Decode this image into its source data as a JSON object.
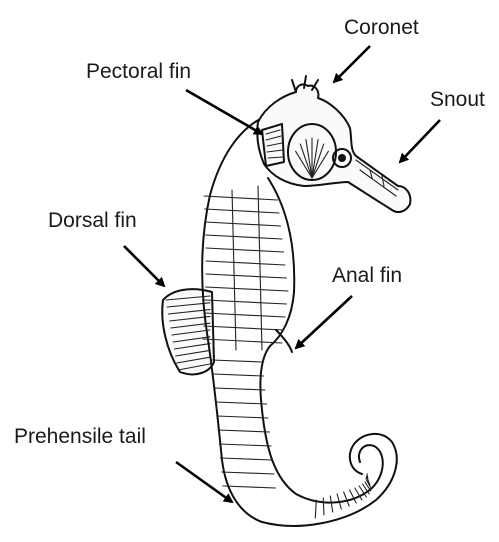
{
  "labels": {
    "coronet": "Coronet",
    "pectoral_fin": "Pectoral fin",
    "snout": "Snout",
    "dorsal_fin": "Dorsal fin",
    "anal_fin": "Anal fin",
    "prehensile_tail": "Prehensile tail"
  },
  "colors": {
    "ink": "#111111",
    "label_text": "#1a1a1a",
    "background": "#ffffff"
  }
}
